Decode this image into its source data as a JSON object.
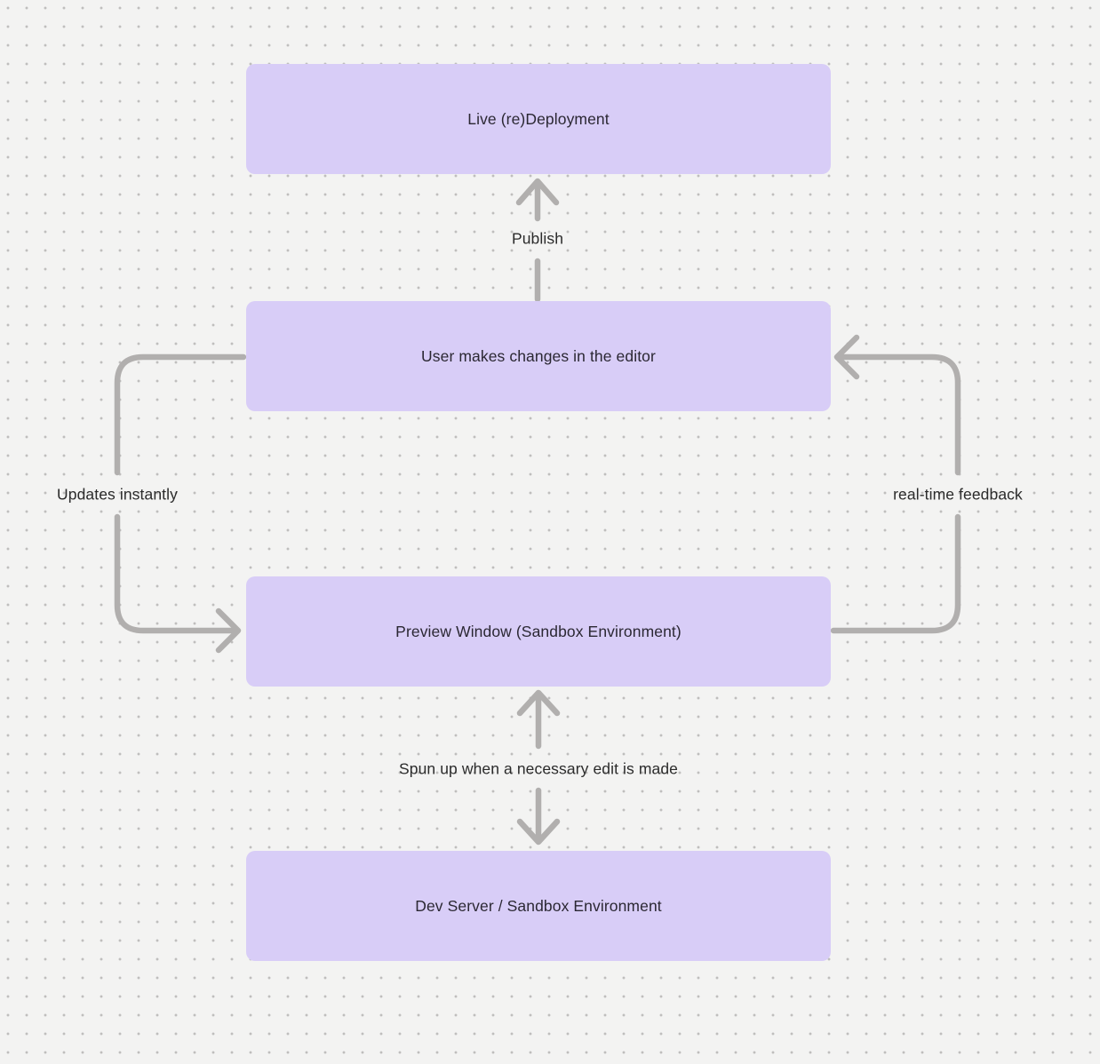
{
  "diagram": {
    "nodes": [
      {
        "id": "live-redeployment",
        "label": "Live (re)Deployment"
      },
      {
        "id": "user-editor",
        "label": "User makes changes in the editor"
      },
      {
        "id": "preview-window",
        "label": "Preview Window (Sandbox Environment)"
      },
      {
        "id": "dev-server",
        "label": "Dev Server / Sandbox Environment"
      }
    ],
    "edges": [
      {
        "from": "user-editor",
        "to": "live-redeployment",
        "label": "Publish",
        "direction": "up"
      },
      {
        "from": "user-editor",
        "to": "preview-window",
        "label": "Updates instantly",
        "side": "left",
        "direction": "down"
      },
      {
        "from": "preview-window",
        "to": "user-editor",
        "label": "real-time feedback",
        "side": "right",
        "direction": "up"
      },
      {
        "from": "preview-window",
        "to": "dev-server",
        "label": "Spun up when a necessary edit is made",
        "direction": "both"
      }
    ],
    "colors": {
      "background": "#f3f3f2",
      "dot": "#bfbebd",
      "node_fill": "#d8cdf7",
      "node_text": "#2b2833",
      "arrow": "#b1afae",
      "label_text": "#2b2b2b"
    }
  }
}
